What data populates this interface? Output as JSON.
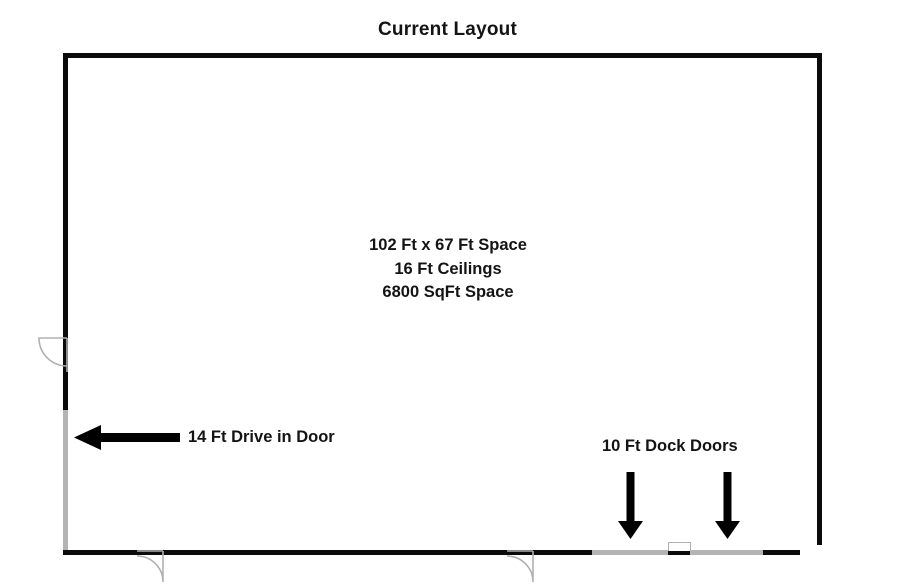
{
  "title": "Current Layout",
  "colors": {
    "wall": "#0b0b0b",
    "opening": "#b4b4b4",
    "door_swing": "#b0b0b0",
    "arrow": "#000000",
    "text": "#141414",
    "background": "#ffffff"
  },
  "space": {
    "dimensions_line": "102 Ft x 67 Ft Space",
    "ceilings_line": "16 Ft Ceilings",
    "area_line": "6800 SqFt Space"
  },
  "callouts": {
    "drive_in_door": {
      "label": "14 Ft Drive in Door",
      "arrow_direction": "left",
      "arrow_name": "drive-in-door-arrow"
    },
    "dock_doors": {
      "label": "10 Ft Dock Doors",
      "arrow_direction": "down",
      "arrow_count": 2,
      "arrow_names": [
        "dock-door-arrow-left",
        "dock-door-arrow-right"
      ]
    }
  },
  "features": {
    "walls": [
      {
        "name": "top-wall",
        "orientation": "horizontal"
      },
      {
        "name": "left-wall-upper",
        "orientation": "vertical"
      },
      {
        "name": "right-wall",
        "orientation": "vertical"
      },
      {
        "name": "bottom-wall",
        "orientation": "horizontal"
      }
    ],
    "openings": [
      {
        "name": "drive-in-door-opening",
        "wall": "left",
        "label": "14 Ft Drive in Door"
      },
      {
        "name": "dock-door-opening-left",
        "wall": "bottom",
        "label": "10 Ft Dock Door"
      },
      {
        "name": "dock-door-opening-right",
        "wall": "bottom",
        "label": "10 Ft Dock Door"
      }
    ],
    "swing_doors": [
      {
        "name": "left-wall-swing-door",
        "wall": "left"
      },
      {
        "name": "bottom-wall-swing-door-1",
        "wall": "bottom"
      },
      {
        "name": "bottom-wall-swing-door-2",
        "wall": "bottom"
      }
    ]
  }
}
